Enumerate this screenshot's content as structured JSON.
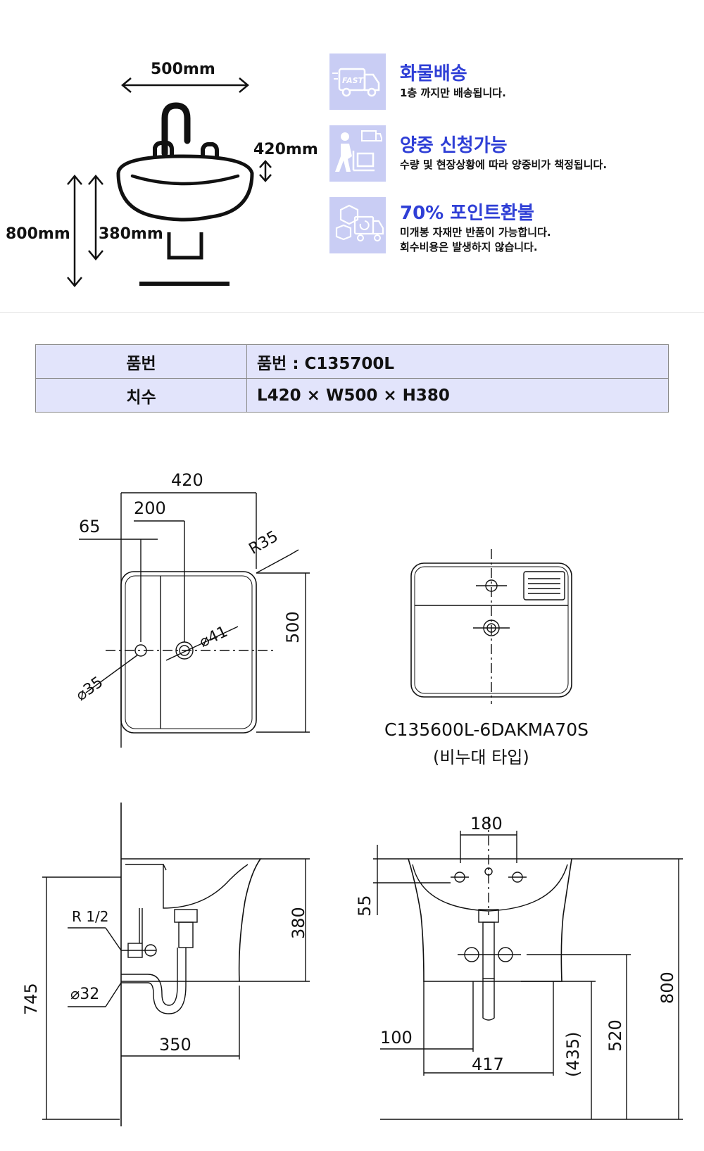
{
  "top_dims": {
    "width": "500mm",
    "depth": "420mm",
    "total_height": "800mm",
    "bowl_height": "380mm"
  },
  "features": [
    {
      "icon": "fast-truck-icon",
      "title": "화물배송",
      "desc": [
        "1층 까지만 배송됩니다."
      ]
    },
    {
      "icon": "delivery-person-icon",
      "title": "양중 신청가능",
      "desc": [
        "수량 및 현장상황에 따라 양중비가 책정됩니다."
      ]
    },
    {
      "icon": "return-box-icon",
      "title": "70% 포인트환불",
      "desc": [
        "미개봉 자재만 반품이 가능합니다.",
        "회수비용은 발생하지 않습니다."
      ]
    }
  ],
  "spec_table": [
    {
      "key": "품번",
      "value": "품번 : C135700L"
    },
    {
      "key": "치수",
      "value": "L420 × W500 × H380"
    }
  ],
  "drawings": {
    "plan": {
      "d420": "420",
      "d200": "200",
      "d65": "65",
      "r35": "R35",
      "phi41": "⌀41",
      "phi35": "⌀35",
      "d500": "500"
    },
    "alt": {
      "model": "C135600L-6DAKMA70S",
      "note": "(비누대 타입)"
    },
    "side": {
      "d745": "745",
      "r12": "R 1/2",
      "phi32": "⌀32",
      "d380": "380",
      "d350": "350"
    },
    "front": {
      "d180": "180",
      "d55": "55",
      "d100": "100",
      "d417": "417",
      "d435": "(435)",
      "d520": "520",
      "d800": "800"
    }
  },
  "colors": {
    "accent": "#2f3fd6",
    "icon_bg": "#c9cdf4",
    "table_bg": "#e2e4fb"
  }
}
